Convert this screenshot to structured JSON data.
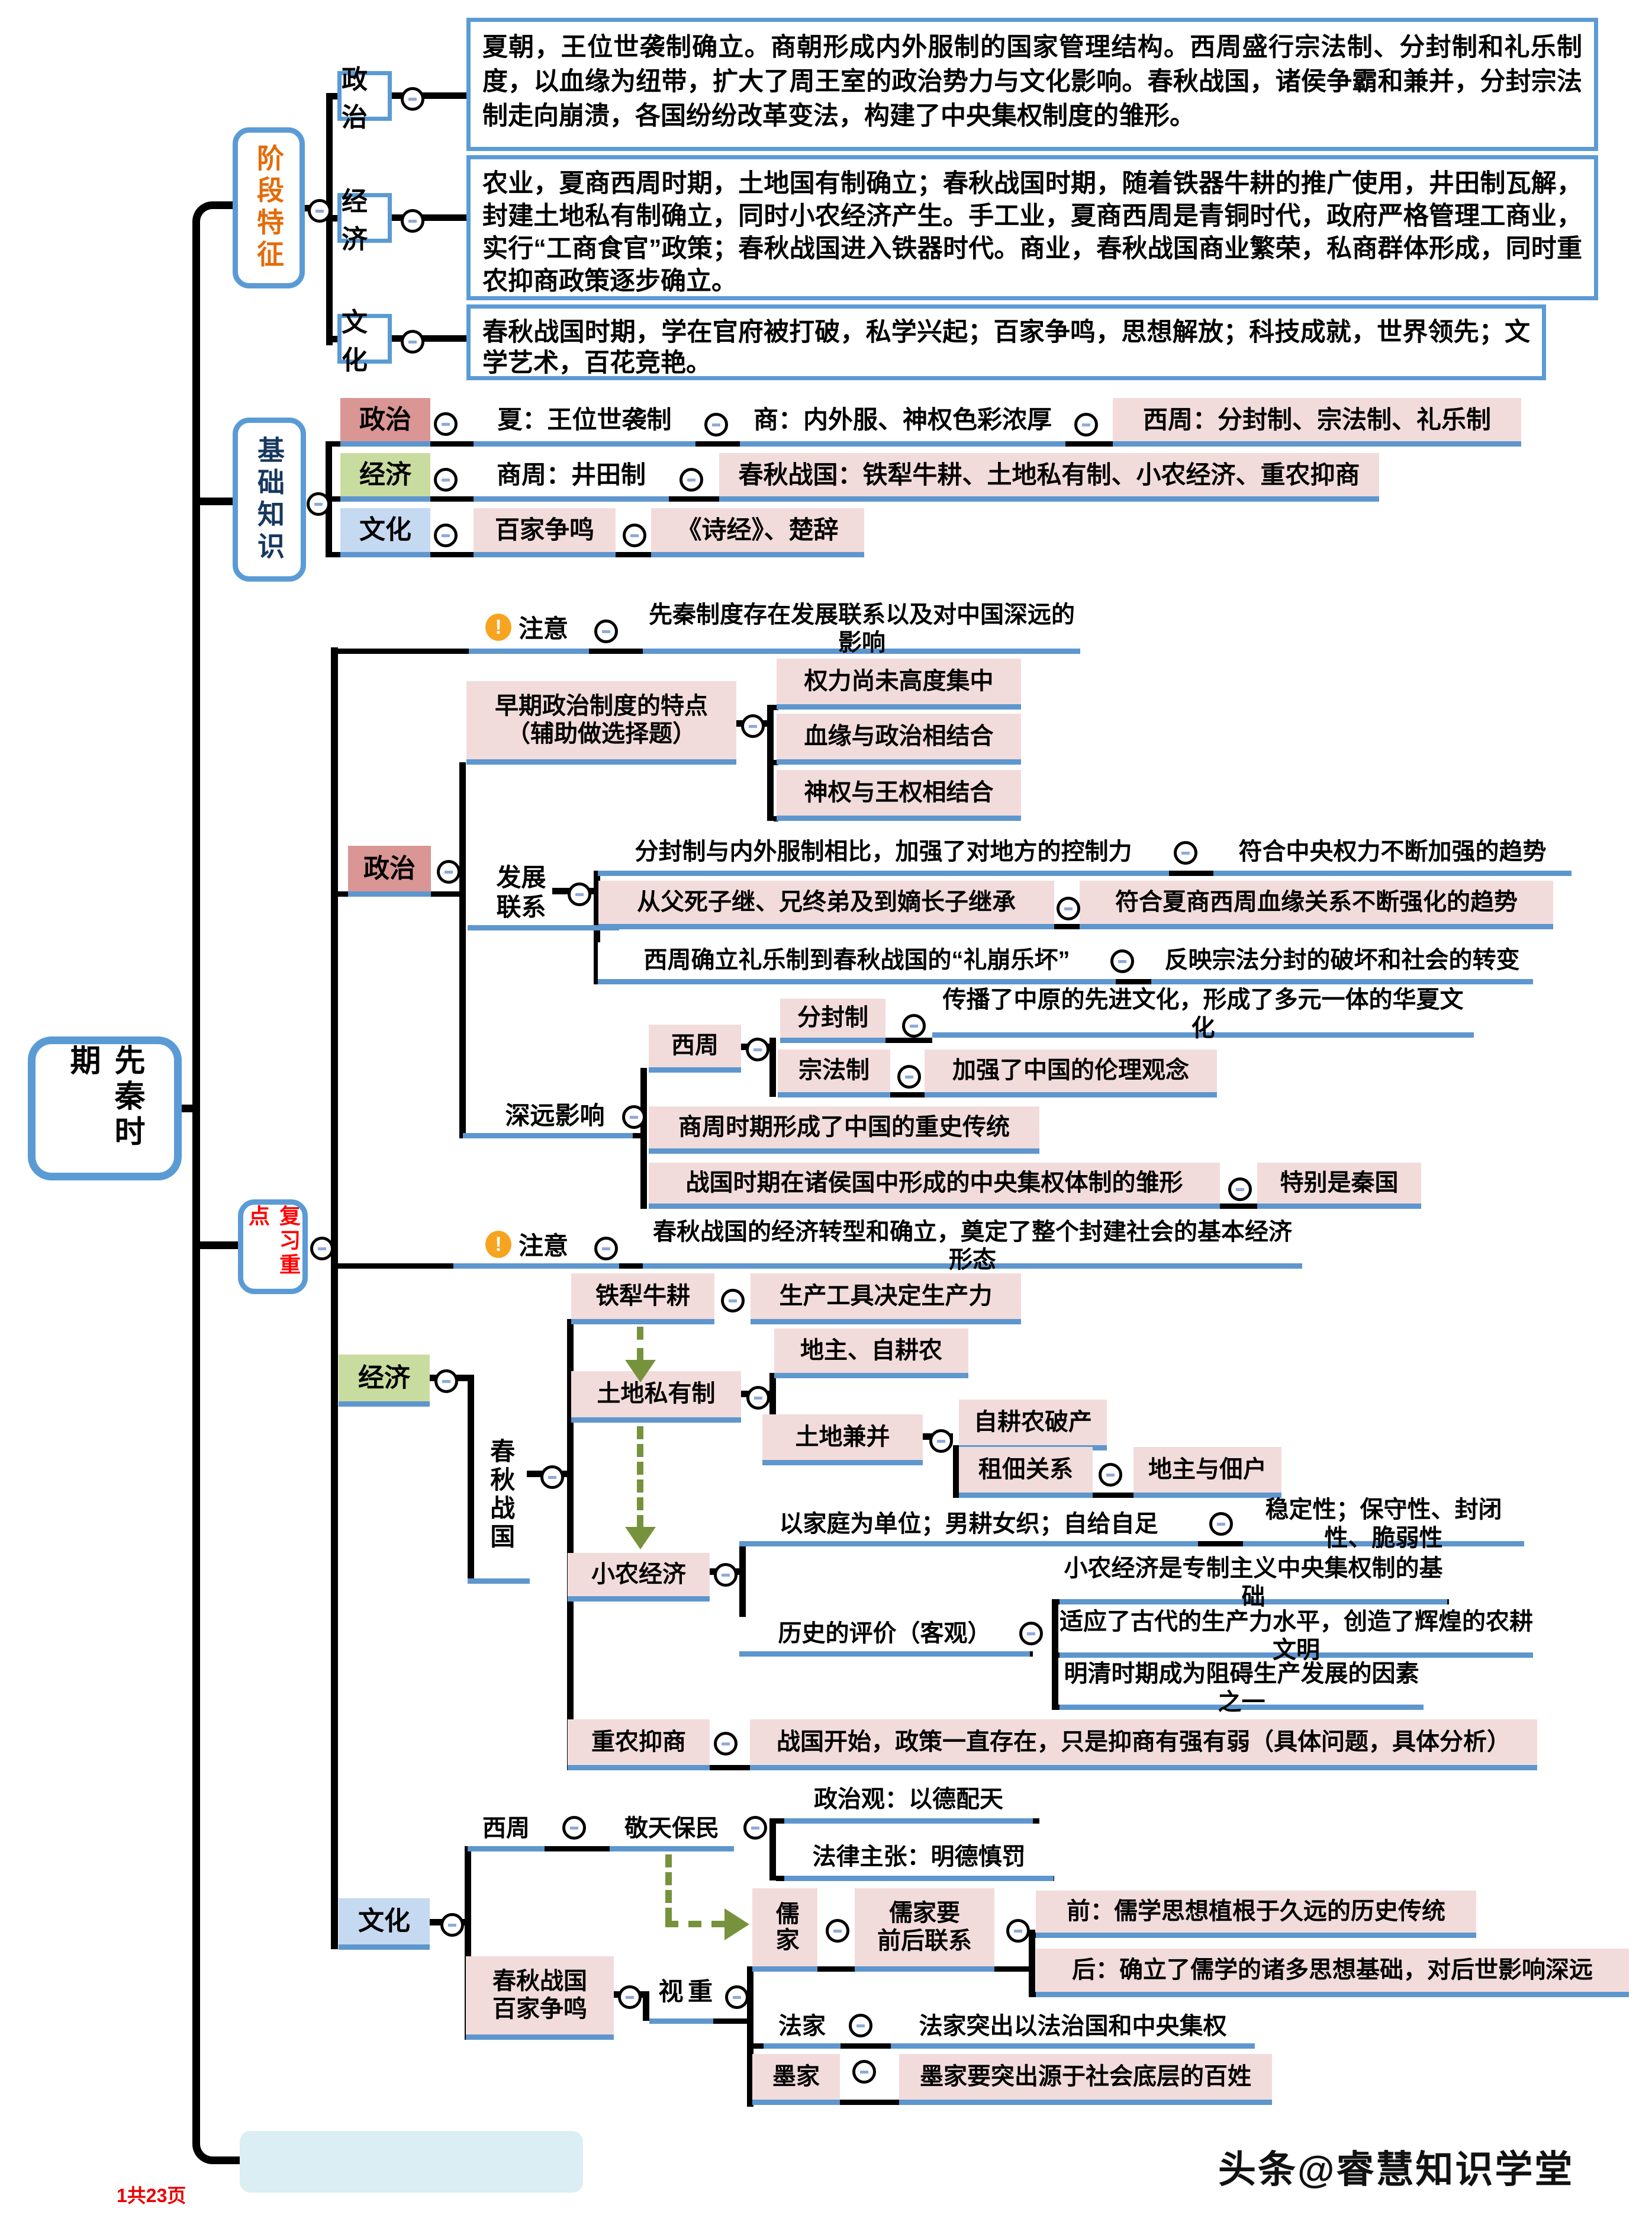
{
  "root_title": "先秦时期",
  "icons": {
    "collapse": "minus-icon",
    "notice": "exclamation-icon",
    "notice_glyph": "!"
  },
  "colors": {
    "border_blue": "#5B9BD5",
    "underline_blue": "#5E96CE",
    "label_pink": "#D99694",
    "content_pink": "#F2DCDB",
    "label_green": "#C9DC9F",
    "label_lightblue": "#C5D9F1",
    "notice_orange": "#F7A421",
    "stage_orange": "#E36C0A",
    "review_red": "#FF0000",
    "arrow_green": "#76923C",
    "footer_box": "#DAEEF3"
  },
  "stage": {
    "label": "阶段特征",
    "politics": {
      "label": "政治",
      "text": "夏朝，王位世袭制确立。商朝形成内外服制的国家管理结构。西周盛行宗法制、分封制和礼乐制度，以血缘为纽带，扩大了周王室的政治势力与文化影响。春秋战国，诸侯争霸和兼并，分封宗法制走向崩溃，各国纷纷改革变法，构建了中央集权制度的雏形。"
    },
    "economy": {
      "label": "经济",
      "text": "农业，夏商西周时期，土地国有制确立；春秋战国时期，随着铁器牛耕的推广使用，井田制瓦解，封建土地私有制确立，同时小农经济产生。手工业，夏商西周是青铜时代，政府严格管理工商业，实行“工商食官”政策；春秋战国进入铁器时代。商业，春秋战国商业繁荣，私商群体形成，同时重农抑商政策逐步确立。"
    },
    "culture": {
      "label": "文化",
      "text": "春秋战国时期，学在官府被打破，私学兴起；百家争鸣，思想解放；科技成就，世界领先；文学艺术，百花竞艳。"
    }
  },
  "basics": {
    "label": "基础知识",
    "politics": {
      "label": "政治",
      "xia": "夏：王位世袭制",
      "shang": "商：内外服、神权色彩浓厚",
      "xizhou": "西周：分封制、宗法制、礼乐制"
    },
    "economy": {
      "label": "经济",
      "shangzhou": "商周：井田制",
      "chunqiu": "春秋战国：铁犁牛耕、土地私有制、小农经济、重农抑商"
    },
    "culture": {
      "label": "文化",
      "baijia": "百家争鸣",
      "shijing": "《诗经》、楚辞"
    }
  },
  "review": {
    "label": "复习重点",
    "politics": {
      "label": "政治",
      "notice": "注意",
      "notice_text": "先秦制度存在发展联系以及对中国深远的影响",
      "early_title": "早期政治制度的特点\n（辅助做选择题）",
      "early_f1": "权力尚未高度集中",
      "early_f2": "血缘与政治相结合",
      "early_f3": "神权与王权相结合",
      "devlink_title": "发展\n联系",
      "r1a": "分封制与内外服制相比，加强了对地方的控制力",
      "r1b": "符合中央权力不断加强的趋势",
      "r2a": "从父死子继、兄终弟及到嫡长子继承",
      "r2b": "符合夏商西周血缘关系不断强化的趋势",
      "r3a": "西周确立礼乐制到春秋战国的“礼崩乐坏”",
      "r3b": "反映宗法分封的破坏和社会的转变",
      "impact_title": "深远影响",
      "xizhou": "西周",
      "fengjian": "分封制",
      "fengjian_text": "传播了中原的先进文化，形成了多元一体的华夏文化",
      "zongfa": "宗法制",
      "zongfa_text": "加强了中国的伦理观念",
      "shangzhou": "商周时期形成了中国的重史传统",
      "zhanguo": "战国时期在诸侯国中形成的中央集权体制的雏形",
      "qinguo": "特别是秦国"
    },
    "economy": {
      "label": "经济",
      "notice": "注意",
      "notice_text": "春秋战国的经济转型和确立，奠定了整个封建社会的基本经济形态",
      "era": "春秋战国",
      "tielw": "铁犁牛耕",
      "tielw_text": "生产工具决定生产力",
      "tudisyz": "土地私有制",
      "dizhu": "地主、自耕农",
      "tudijb": "土地兼并",
      "zgnpc": "自耕农破产",
      "zudian": "租佃关系",
      "dzdh": "地主与佃户",
      "xnjj": "小农经济",
      "family": "以家庭为单位；男耕女织；自给自足",
      "stability": "稳定性；保守性、封闭性、脆弱性",
      "pingjia": "历史的评价（客观）",
      "p1": "小农经济是专制主义中央集权制的基础",
      "p2": "适应了古代的生产力水平，创造了辉煌的农耕文明",
      "p3": "明清时期成为阻碍生产发展的因素之一",
      "znys": "重农抑商",
      "znys_text": "战国开始，政策一直存在，只是抑商有强有弱（具体问题，具体分析）"
    },
    "culture": {
      "label": "文化",
      "xizhou": "西周",
      "jtbm": "敬天保民",
      "zhengzhiguan": "政治观：以德配天",
      "falv": "法律主张：明德慎罚",
      "baijia": "春秋战国\n百家争鸣",
      "zhongshi": "重视",
      "rujia": "儒家",
      "rujia_link": "儒家要\n前后联系",
      "qian": "前：儒学思想植根于久远的历史传统",
      "hou": "后：确立了儒学的诸多思想基础，对后世影响深远",
      "fajia": "法家",
      "fajia_text": "法家突出以法治国和中央集权",
      "mojia": "墨家",
      "mojia_text": "墨家要突出源于社会底层的百姓"
    }
  },
  "footer": {
    "page_label": "1共23页",
    "watermark": "头条@睿慧知识学堂"
  }
}
